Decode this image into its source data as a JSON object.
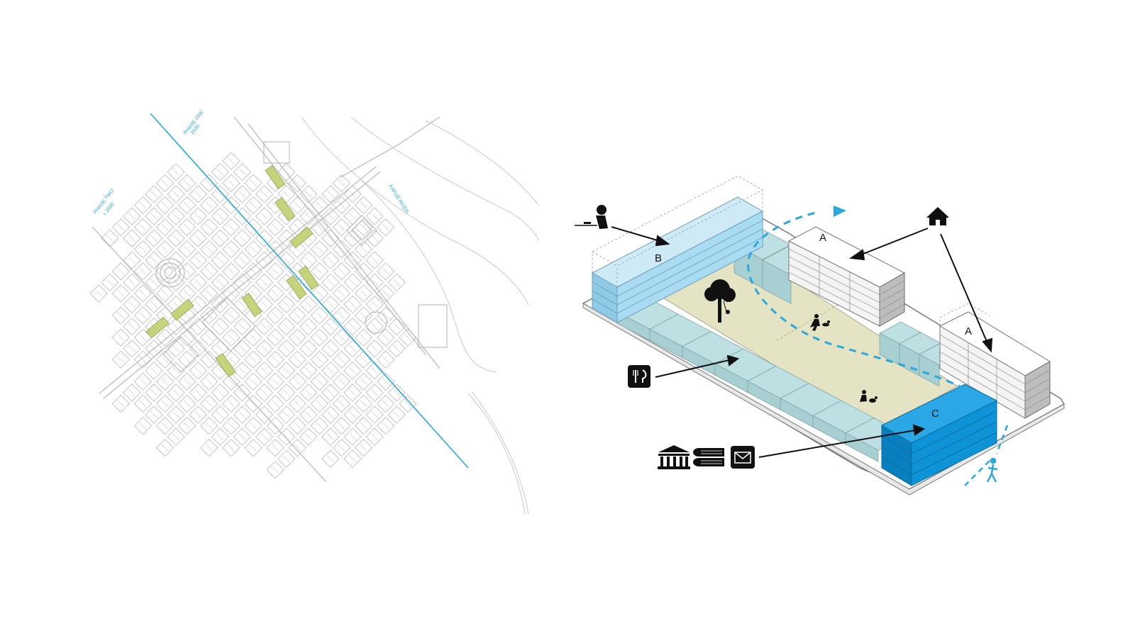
{
  "site_plan": {
    "labels": {
      "phase_one": "PHASE ONE",
      "phase_one_sub": "2030",
      "phase_two": "PHASE TWO",
      "phase_two_sub": "+ 2030",
      "river": "KAFUE RIVER"
    },
    "colors": {
      "line": "#b9b9b9",
      "river_line": "#c9c9c9",
      "phase": "#2aa7dc",
      "park": "#c4d47a"
    }
  },
  "axonometric": {
    "block_labels": {
      "a1": "A",
      "a2": "A",
      "b": "B",
      "c": "C"
    },
    "icons": {
      "worker": "person-at-desk-icon",
      "house": "house-icon",
      "restaurant": "fork-knife-icon",
      "civic": [
        "museum-icon",
        "library-books-icon",
        "mail-icon"
      ],
      "tree_swing": "tree-with-swing-icon",
      "dog_play": "person-playing-with-dog-icon",
      "dog_pet": "person-petting-dog-icon",
      "walker": "pedestrian-icon"
    },
    "colors": {
      "block_b": "#a9dcf2",
      "block_c": "#0d93d6",
      "courtyard": "#e4e3c4",
      "ground_blocks": "#bfe0e2",
      "residential": "#ffffff",
      "path": "#2aa7dc"
    }
  }
}
